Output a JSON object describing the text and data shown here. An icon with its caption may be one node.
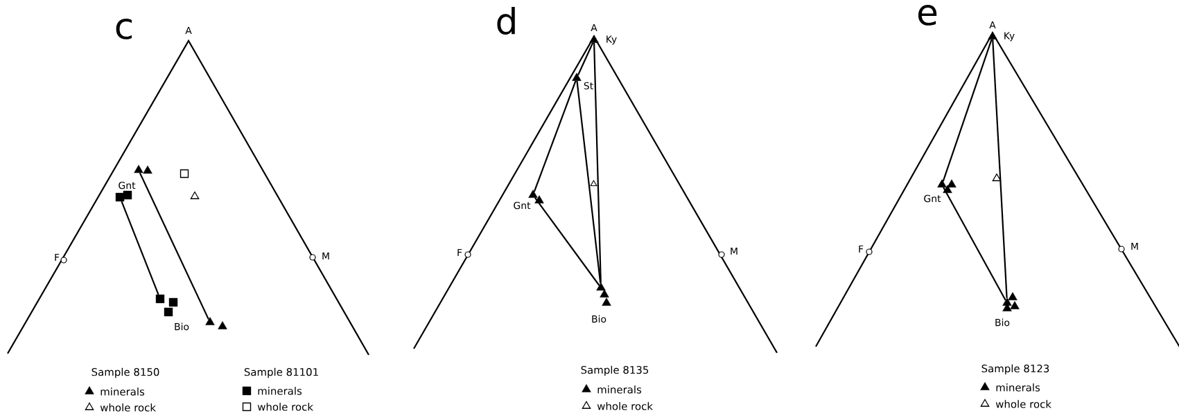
{
  "diagram": {
    "nodes": [
      {
        "text": [],
        "shape": "box",
        "beside": [
          "Gnt"
        ]
      },
      {
        "text": [],
        "shape": "triangle"
      },
      {
        "text": [],
        "shape": "box",
        "beside": [
          "Bio"
        ]
      },
      {
        "text": [],
        "shape": "triangle"
      },
      {
        "text": [],
        "shape": "triangle",
        "beside": [
          "Ky"
        ]
      },
      {
        "text": [],
        "shape": "triangle",
        "beside": [
          "St"
        ]
      },
      {
        "text": [],
        "shape": "triangle",
        "beside": [
          "Gnt"
        ]
      },
      {
        "text": [],
        "shape": "triangle",
        "beside": [
          "Bio"
        ]
      },
      {
        "text": [],
        "shape": "triangle",
        "beside": [
          "Ky"
        ]
      },
      {
        "text": [],
        "shape": "triangle",
        "beside": [
          "Gnt"
        ]
      },
      {
        "text": [],
        "shape": "triangle",
        "beside": [
          "Bio"
        ]
      }
    ],
    "edges": [
      {
        "from": 0,
        "to": 2,
        "arrow": "none"
      },
      {
        "from": 1,
        "to": 3,
        "arrow": "none"
      },
      {
        "from": 4,
        "to": 5,
        "arrow": "none"
      },
      {
        "from": 5,
        "to": 6,
        "arrow": "none"
      },
      {
        "from": 5,
        "to": 7,
        "arrow": "none"
      },
      {
        "from": 4,
        "to": 7,
        "arrow": "none"
      },
      {
        "from": 6,
        "to": 7,
        "arrow": "none"
      },
      {
        "from": 8,
        "to": 9,
        "arrow": "none"
      },
      {
        "from": 8,
        "to": 10,
        "arrow": "none"
      },
      {
        "from": 9,
        "to": 10,
        "arrow": "none"
      }
    ],
    "labels": [
      "c",
      "A",
      "F",
      "M",
      "Sample 8150",
      "Sample 81101",
      "d",
      "A",
      "F",
      "M",
      "Sample 8135",
      "e",
      "A",
      "F",
      "M",
      "Sample 8123"
    ],
    "legend": [
      {
        "text": "minerals"
      },
      {
        "text": "whole rock"
      },
      {
        "text": "minerals"
      },
      {
        "text": "whole rock"
      },
      {
        "text": "minerals"
      },
      {
        "text": "whole rock"
      },
      {
        "text": "minerals"
      },
      {
        "text": "whole rock"
      }
    ]
  }
}
